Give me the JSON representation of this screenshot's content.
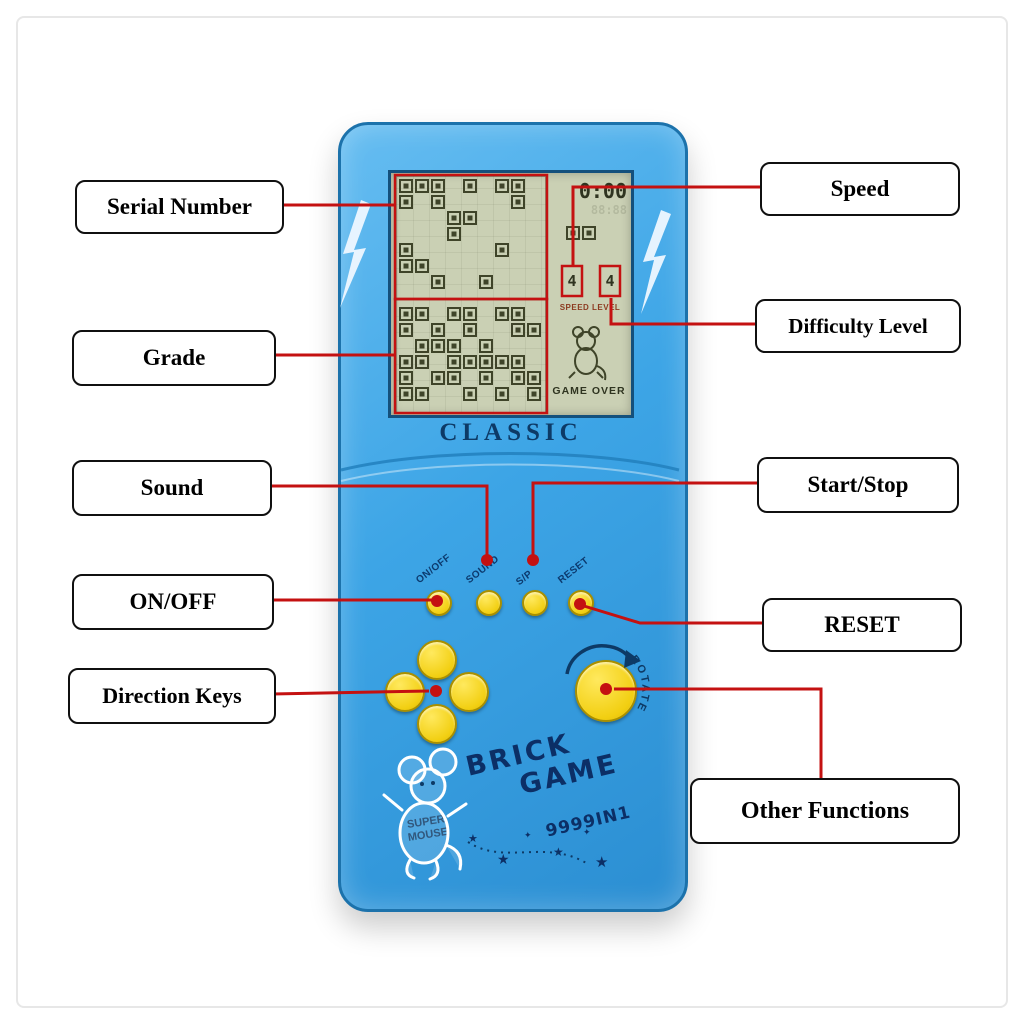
{
  "callouts": {
    "serial_number": "Serial Number",
    "grade": "Grade",
    "sound": "Sound",
    "on_off": "ON/OFF",
    "direction_keys": "Direction Keys",
    "speed": "Speed",
    "difficulty_level": "Difficulty Level",
    "start_stop": "Start/Stop",
    "reset": "RESET",
    "other_functions": "Other Functions"
  },
  "device": {
    "screen": {
      "time": "0:00",
      "ghost_digits": "88:88",
      "speed_value": "4",
      "level_value": "4",
      "speed_level_label": "SPEED LEVEL",
      "game_over_label": "GAME OVER"
    },
    "classic_label": "CLASSIC",
    "buttons": {
      "on_off": "ON/OFF",
      "sound": "SOUND",
      "start_pause": "S/P",
      "reset": "RESET"
    },
    "rotate_label": "ROTATE",
    "branding": {
      "title_line1": "BRICK",
      "title_line2": "GAME",
      "model": "9999IN1",
      "mascot": "SUPER MOUSE"
    }
  },
  "decor": {
    "star": "★",
    "sparkle": "✦"
  },
  "colors": {
    "device_blue": "#3da5e6",
    "annotation_red": "#c41111",
    "button_yellow": "#f6d81c",
    "lcd_green": "#cad0b4",
    "navy": "#0d3a66"
  }
}
